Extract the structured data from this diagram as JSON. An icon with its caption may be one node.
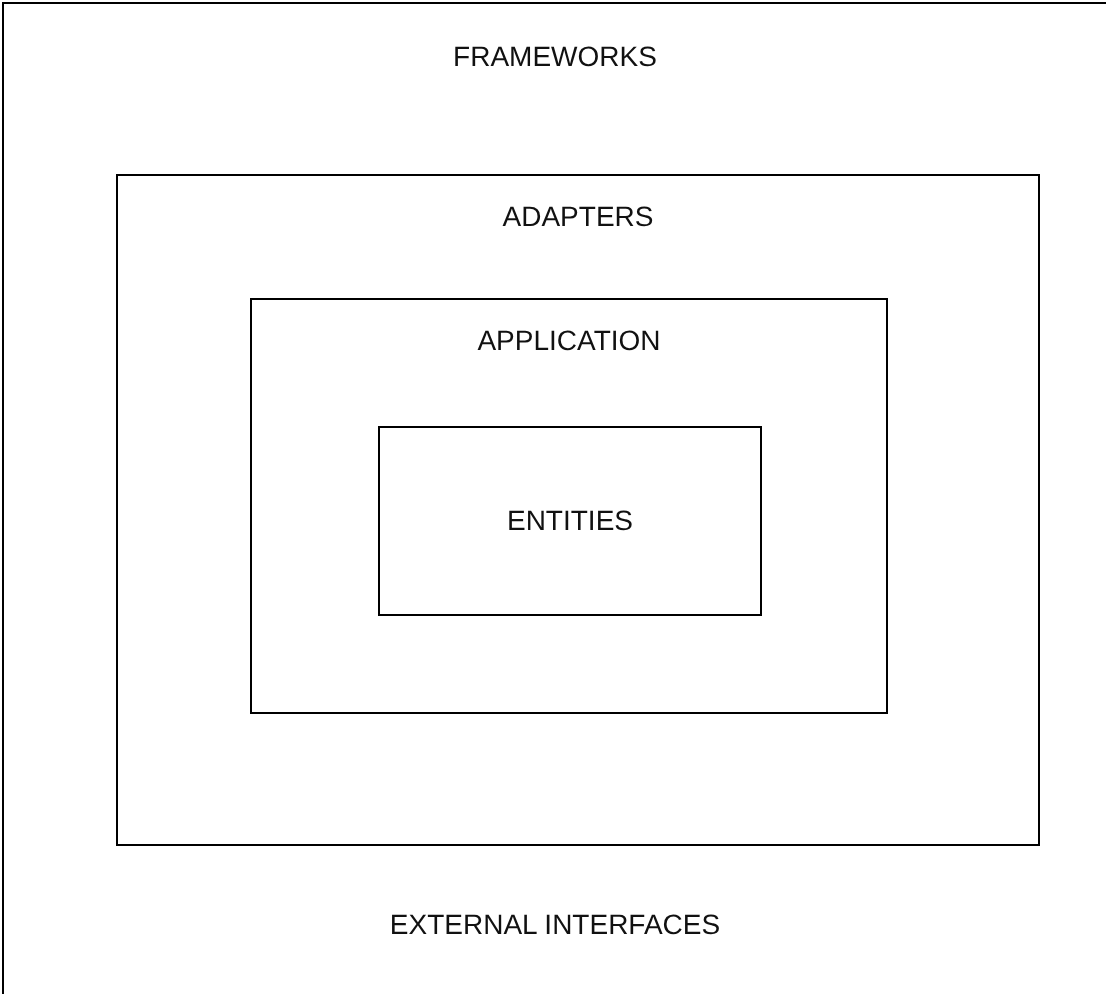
{
  "diagram": {
    "nodes": [
      {
        "text": [
          "FRAMEWORKS",
          "EXTERNAL INTERFACES"
        ]
      },
      {
        "text": [
          "ADAPTERS"
        ],
        "in": 0
      },
      {
        "text": [
          "APPLICATION"
        ],
        "in": 1
      },
      {
        "text": [
          "ENTITIES"
        ],
        "in": 2
      }
    ]
  }
}
